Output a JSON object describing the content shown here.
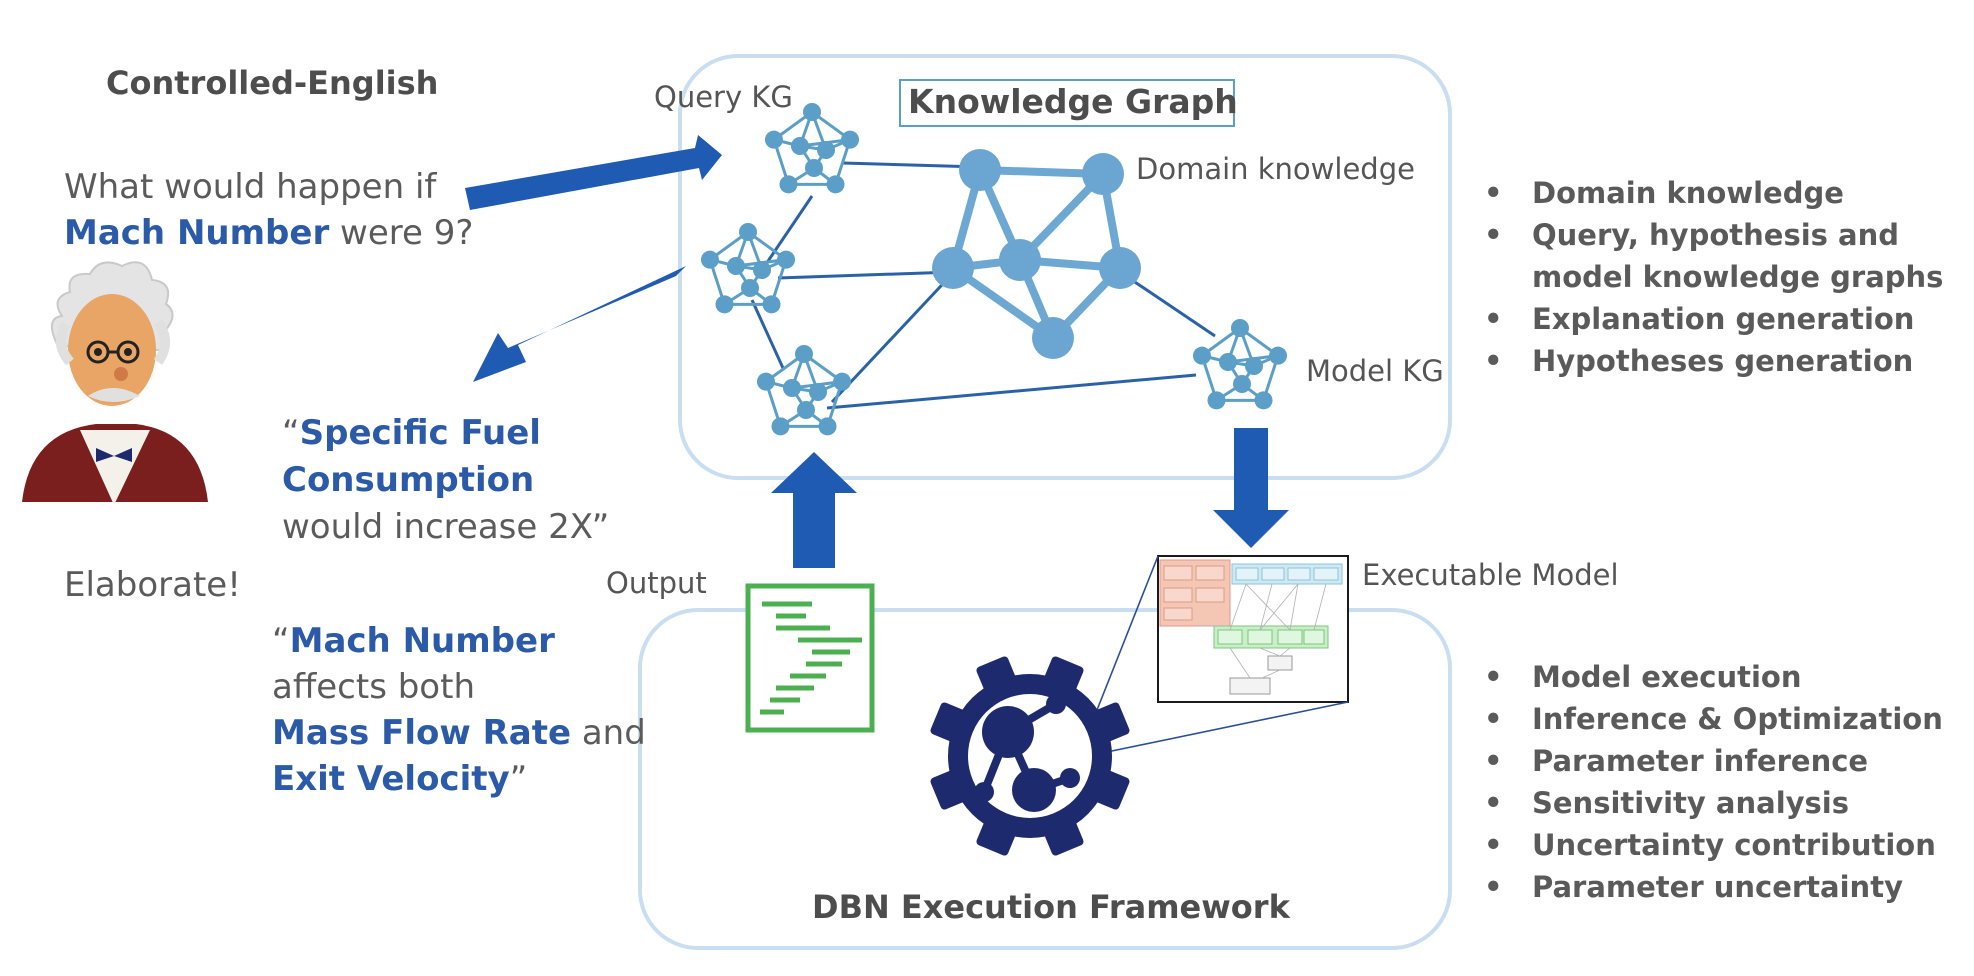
{
  "controlled_english_title": "Controlled-English",
  "question": {
    "line1": "What would happen if",
    "highlight": "Mach Number",
    "rest": " were 9?"
  },
  "answer1": {
    "open_quote": "“",
    "highlight1": "Specific Fuel",
    "highlight2": "Consumption",
    "rest": "would increase 2X”"
  },
  "elaborate": "Elaborate!",
  "answer2": {
    "open_quote": "“",
    "highlight1": "Mach Number",
    "line2": "affects both",
    "highlight2": "Mass Flow Rate",
    "and": " and",
    "highlight3": "Exit Velocity",
    "close_quote": "”"
  },
  "kg": {
    "title": "Knowledge Graph",
    "query_kg": "Query KG",
    "domain_knowledge": "Domain knowledge",
    "model_kg": "Model KG"
  },
  "dbn": {
    "output_label": "Output",
    "executable_model": "Executable Model",
    "title": "DBN Execution Framework"
  },
  "bullet_symbol": "•",
  "bullets_top": [
    "Domain knowledge",
    "Query, hypothesis and",
    "model knowledge graphs",
    "Explanation generation",
    "Hypotheses generation"
  ],
  "bullets_bottom": [
    "Model execution",
    "Inference & Optimization",
    "Parameter inference",
    "Sensitivity analysis",
    "Uncertainty contribution",
    "Parameter uncertainty"
  ],
  "colors": {
    "arrow_blue": "#1f5bb3",
    "node_blue": "#5b9fc9",
    "box_border": "#c9def0",
    "gear_navy": "#1e2a6e",
    "code_green": "#4caf50"
  }
}
